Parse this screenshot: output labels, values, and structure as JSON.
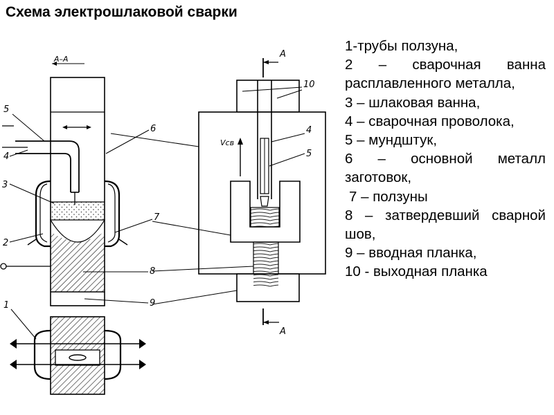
{
  "title": "Схема электрошлаковой сварки",
  "legend": [
    "1-трубы ползуна,",
    "2 – сварочная ванна расплавленного металла,",
    "3 – шлаковая ванна,",
    "4 – сварочная проволока,",
    "5 – мундштук,",
    "6 – основной металл заготовок,",
    "7 – ползуны",
    "8 – затвердевший сварной шов,",
    "9 – вводная планка,",
    "10 - выходная планка"
  ],
  "diagram_labels": {
    "section": "А–А",
    "section_mark_top": "А",
    "section_mark_bottom": "А",
    "velocity": "Vсв",
    "n1": "1",
    "n2": "2",
    "n3": "3",
    "n4_left": "4",
    "n4_right": "4",
    "n5_left": "5",
    "n5_right": "5",
    "n6": "6",
    "n7": "7",
    "n8": "8",
    "n9": "9",
    "n10": "10"
  },
  "colors": {
    "ink": "#000000",
    "background": "#ffffff",
    "hatch": "#222222",
    "fill": "#e8e8e8"
  }
}
